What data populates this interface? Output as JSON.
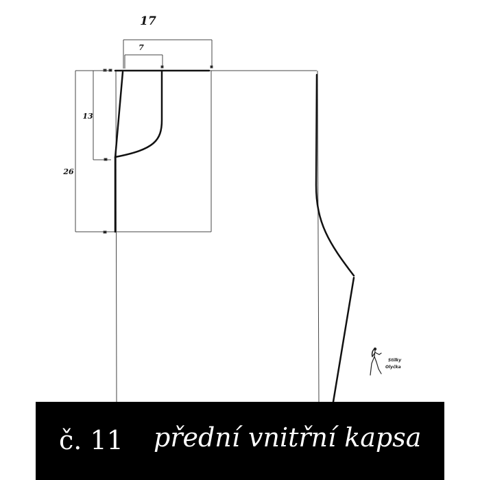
{
  "dimensions": {
    "pocket_width": "17",
    "opening_width": "7",
    "opening_depth": "13",
    "pocket_depth": "26"
  },
  "logo": {
    "line1": "Stilky",
    "line2": "Olyčka"
  },
  "caption": {
    "number": "č. 11",
    "title": "přední vnitřní kapsa"
  },
  "colors": {
    "line": "#111111",
    "caption_background": "#000000",
    "caption_text": "#ffffff"
  }
}
